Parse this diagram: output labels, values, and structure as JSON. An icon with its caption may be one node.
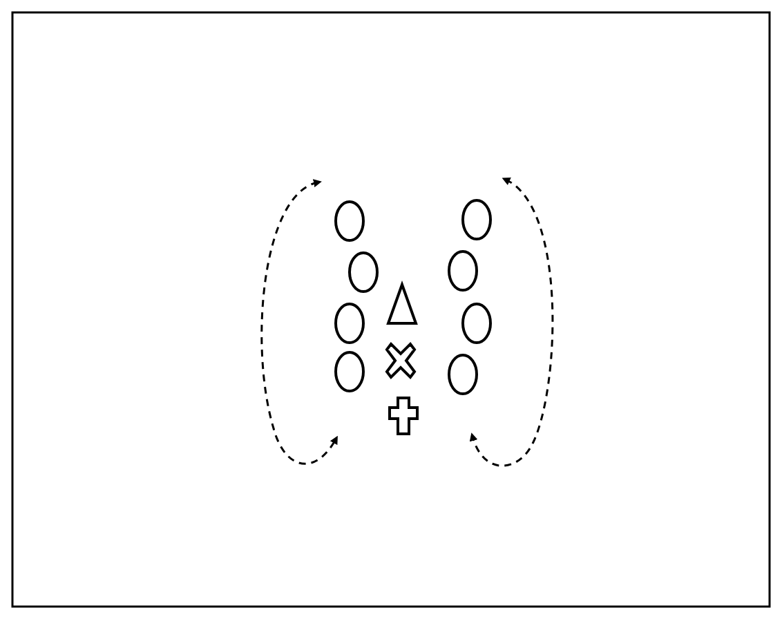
{
  "diagram": {
    "nodes": [
      {
        "text": [],
        "shape": "ellipse"
      },
      {
        "text": [],
        "shape": "ellipse"
      },
      {
        "text": [],
        "shape": "ellipse"
      },
      {
        "text": [],
        "shape": "ellipse"
      },
      {
        "text": [],
        "shape": "triangle"
      },
      {
        "text": [],
        "shape": "ellipse"
      },
      {
        "text": [],
        "shape": "ellipse"
      },
      {
        "text": [],
        "shape": "cross"
      },
      {
        "text": [],
        "shape": "ellipse"
      },
      {
        "text": [],
        "shape": "ellipse"
      },
      {
        "text": [],
        "shape": "plus"
      }
    ]
  }
}
